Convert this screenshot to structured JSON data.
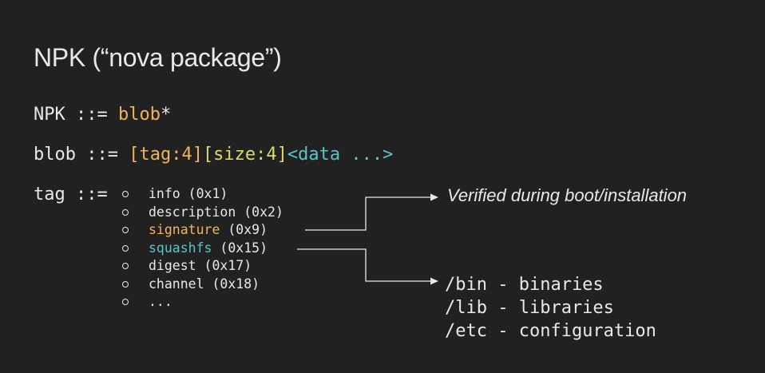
{
  "title": "NPK (“nova package”)",
  "grammar": {
    "npk_prefix": "NPK ::= ",
    "npk_blob": "blob",
    "npk_suffix": "*",
    "blob_prefix": "blob ::= ",
    "blob_tag": "[tag:4]",
    "blob_size": "[size:4]",
    "blob_data": "<data ...>",
    "tag_prefix": "tag ::="
  },
  "tags": [
    {
      "name": "info",
      "code": " (0x1)",
      "color": "#e8e8e8"
    },
    {
      "name": "description",
      "code": " (0x2)",
      "color": "#e8e8e8"
    },
    {
      "name": "signature",
      "code": " (0x9)",
      "color": "#f2b25e"
    },
    {
      "name": "squashfs",
      "code": " (0x15)",
      "color": "#5cc3c9"
    },
    {
      "name": "digest",
      "code": " (0x17)",
      "color": "#e8e8e8"
    },
    {
      "name": "channel",
      "code": " (0x18)",
      "color": "#e8e8e8"
    },
    {
      "name": "...",
      "code": "",
      "color": "#e8e8e8"
    }
  ],
  "signature_note": "Verified during boot/installation",
  "squashfs_dirs": [
    "/bin - binaries",
    "/lib - libraries",
    "/etc - configuration"
  ],
  "colors": {
    "background": "#212121",
    "text": "#e8e8e8",
    "orange": "#f2b25e",
    "yellow": "#dbd96a",
    "teal": "#5cc3c9"
  }
}
